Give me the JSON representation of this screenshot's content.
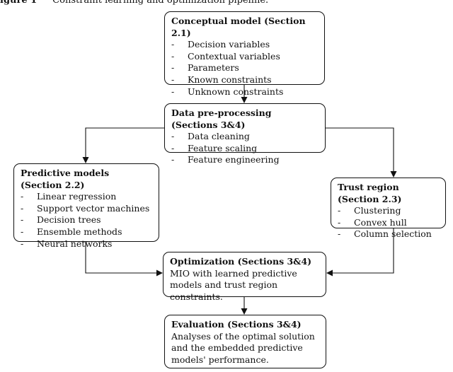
{
  "caption": {
    "label": "igure 1",
    "text": "Constraint learning and optimization pipeline."
  },
  "boxes": {
    "conceptual": {
      "title": "Conceptual model (Section 2.1)",
      "items": [
        "Decision variables",
        "Contextual variables",
        "Parameters",
        "Known constraints",
        "Unknown constraints"
      ]
    },
    "preprocessing": {
      "title": "Data pre-processing (Sections 3&4)",
      "items": [
        "Data cleaning",
        "Feature scaling",
        "Feature engineering"
      ]
    },
    "predictive": {
      "title": "Predictive models (Section 2.2)",
      "items": [
        "Linear regression",
        "Support vector machines",
        "Decision trees",
        "Ensemble methods",
        "Neural networks"
      ]
    },
    "trust": {
      "title": "Trust region (Section 2.3)",
      "items": [
        "Clustering",
        "Convex hull",
        "Column selection"
      ]
    },
    "optimization": {
      "title": "Optimization (Sections 3&4)",
      "text": "MIO with learned predictive models and trust region constraints."
    },
    "evaluation": {
      "title": "Evaluation (Sections 3&4)",
      "text": "Analyses of the optimal solution and the embedded predictive models' performance."
    }
  },
  "bullet": "-"
}
